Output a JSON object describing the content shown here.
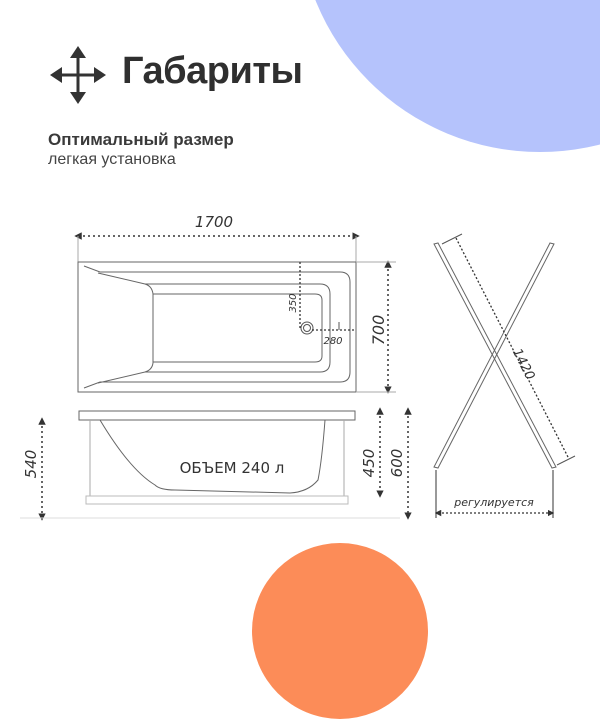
{
  "header": {
    "icon": "move-arrows-icon",
    "title": "Габариты",
    "subtitle": "Оптимальный размер",
    "subline": "легкая установка"
  },
  "drawing": {
    "top_view": {
      "length": "1700",
      "width": "700",
      "drain_from_side": "350",
      "drain_from_end": "280"
    },
    "side_view": {
      "volume_label": "ОБЪЕМ 240 л",
      "height_legs": "540",
      "depth": "450",
      "total_height": "600"
    },
    "frame_view": {
      "diagonal": "1420",
      "width_label": "регулируется"
    }
  },
  "colors": {
    "blue_accent": "#b5c3fc",
    "orange_accent": "#fc8c58",
    "text": "#2f2f2f"
  }
}
